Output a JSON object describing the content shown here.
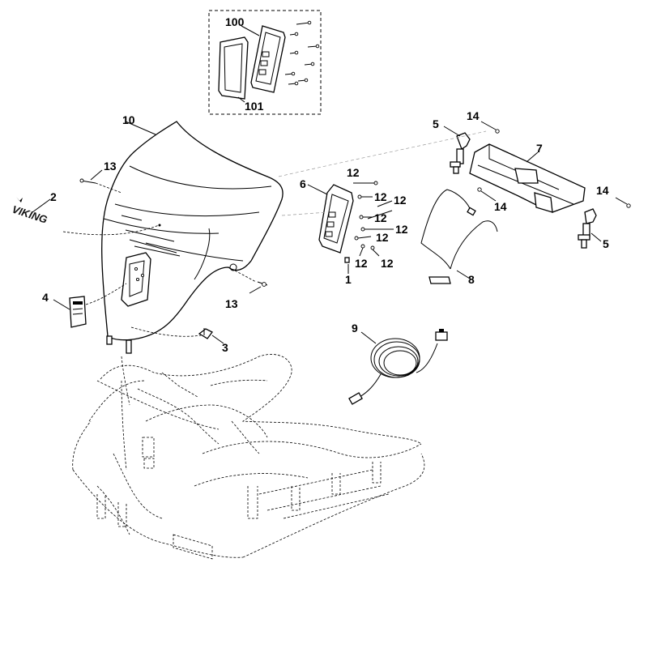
{
  "labels": {
    "l100": "100",
    "l101": "101",
    "l10": "10",
    "l13a": "13",
    "l13b": "13",
    "l2": "2",
    "l4": "4",
    "l3": "3",
    "l6": "6",
    "l12a": "12",
    "l12b": "12",
    "l12c": "12",
    "l12d": "12",
    "l12e": "12",
    "l12f": "12",
    "l12g": "12",
    "l12h": "12",
    "l1": "1",
    "l5a": "5",
    "l5b": "5",
    "l14a": "14",
    "l14b": "14",
    "l14c": "14",
    "l7": "7",
    "l8": "8",
    "l9": "9"
  },
  "logo": {
    "text": "VIKING"
  }
}
